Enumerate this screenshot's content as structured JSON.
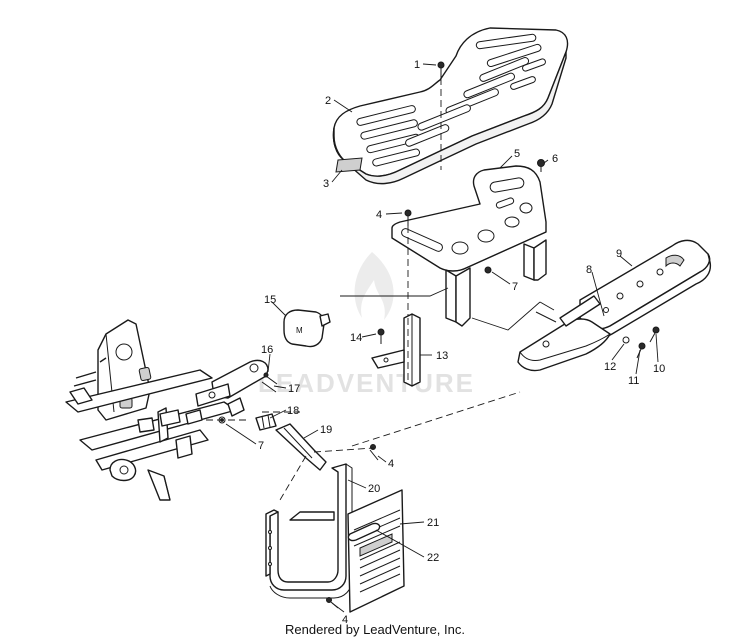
{
  "watermark_text": "LEADVENTURE",
  "footer_text": "Rendered by LeadVenture, Inc.",
  "callouts": {
    "c1": "1",
    "c2": "2",
    "c3": "3",
    "c4a": "4",
    "c5": "5",
    "c6": "6",
    "c7a": "7",
    "c8": "8",
    "c9": "9",
    "c10": "10",
    "c11": "11",
    "c12": "12",
    "c13": "13",
    "c14": "14",
    "c15": "15",
    "c16": "16",
    "c17": "17",
    "c18": "18",
    "c19": "19",
    "c4b": "4",
    "c7b": "7",
    "c20": "20",
    "c21": "21",
    "c22": "22",
    "c4c": "4"
  },
  "colors": {
    "line": "#1a1a1a",
    "shade": "#cfcfcf",
    "watermark": "#e2e2e2",
    "background": "#ffffff"
  }
}
